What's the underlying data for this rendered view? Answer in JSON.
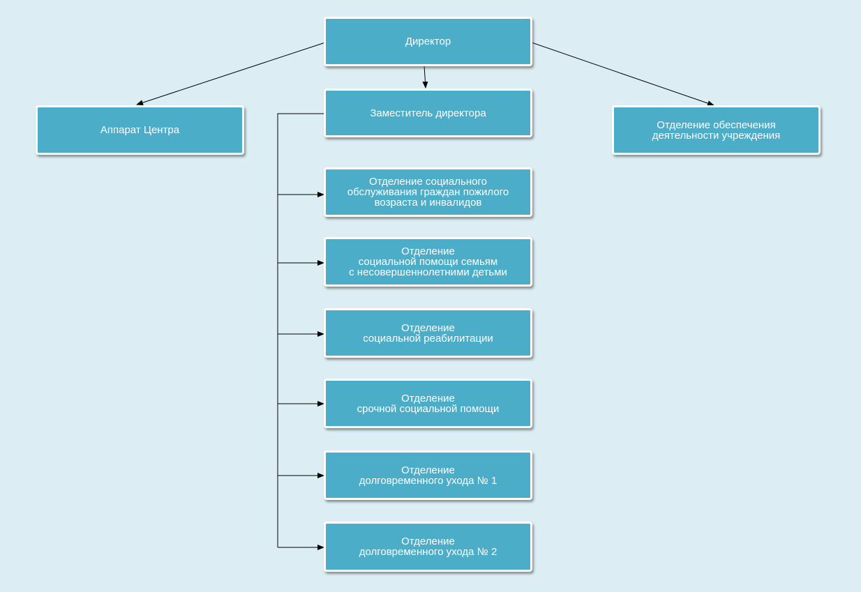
{
  "colors": {
    "background": "#dceef3",
    "box_fill": "#4badc7",
    "box_border": "#ffffff",
    "text": "#ffffff",
    "connector": "#000000"
  },
  "nodes": {
    "director": "Директор",
    "apparatus": "Аппарат Центра",
    "deputy": "Заместитель директора",
    "support": "Отделение обеспечения\nдеятельности учреждения",
    "dept_elderly": "Отделение социального\nобслуживания граждан пожилого\nвозраста и инвалидов",
    "dept_families": "Отделение\nсоциальной помощи семьям\nс несовершеннолетними детьми",
    "dept_rehab": "Отделение\nсоциальной реабилитации",
    "dept_urgent": "Отделение\nсрочной социальной помощи",
    "dept_longterm_1": "Отделение\nдолговременного ухода № 1",
    "dept_longterm_2": "Отделение\nдолговременного ухода № 2"
  }
}
